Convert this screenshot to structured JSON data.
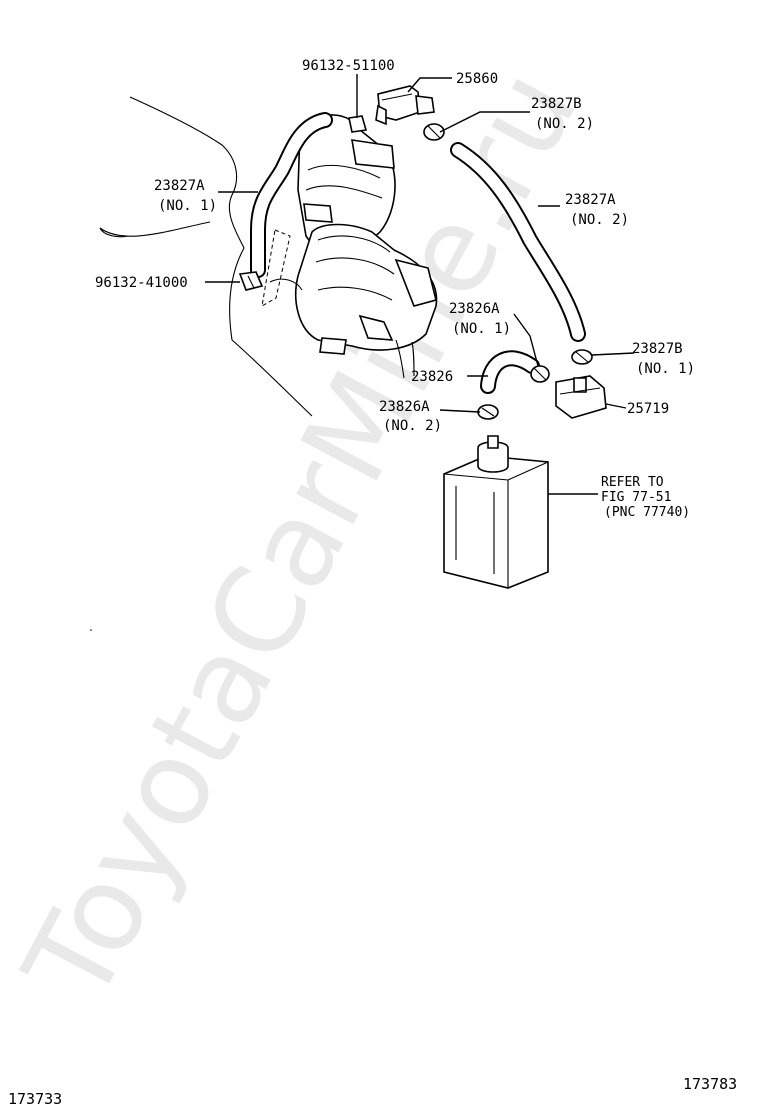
{
  "watermark": "ToyotaCarMine.ru",
  "callouts": {
    "p96132_51100": "96132-51100",
    "p25860": "25860",
    "p23827B_no2": "23827B",
    "p23827B_no2_sub": "(NO. 2)",
    "p23827A_no1": "23827A",
    "p23827A_no1_sub": "(NO. 1)",
    "p23827A_no2": "23827A",
    "p23827A_no2_sub": "(NO. 2)",
    "p96132_41000": "96132-41000",
    "p23826A_no1": "23826A",
    "p23826A_no1_sub": "(NO. 1)",
    "p23826": "23826",
    "p23827B_no1": "23827B",
    "p23827B_no1_sub": "(NO. 1)",
    "p25719": "25719",
    "p23826A_no2": "23826A",
    "p23826A_no2_sub": "(NO. 2)",
    "refer_line1": "REFER TO",
    "refer_line2": "FIG 77-51",
    "refer_line3": "(PNC 77740)"
  },
  "footer": {
    "left_code": "173733",
    "right_code": "173783"
  }
}
